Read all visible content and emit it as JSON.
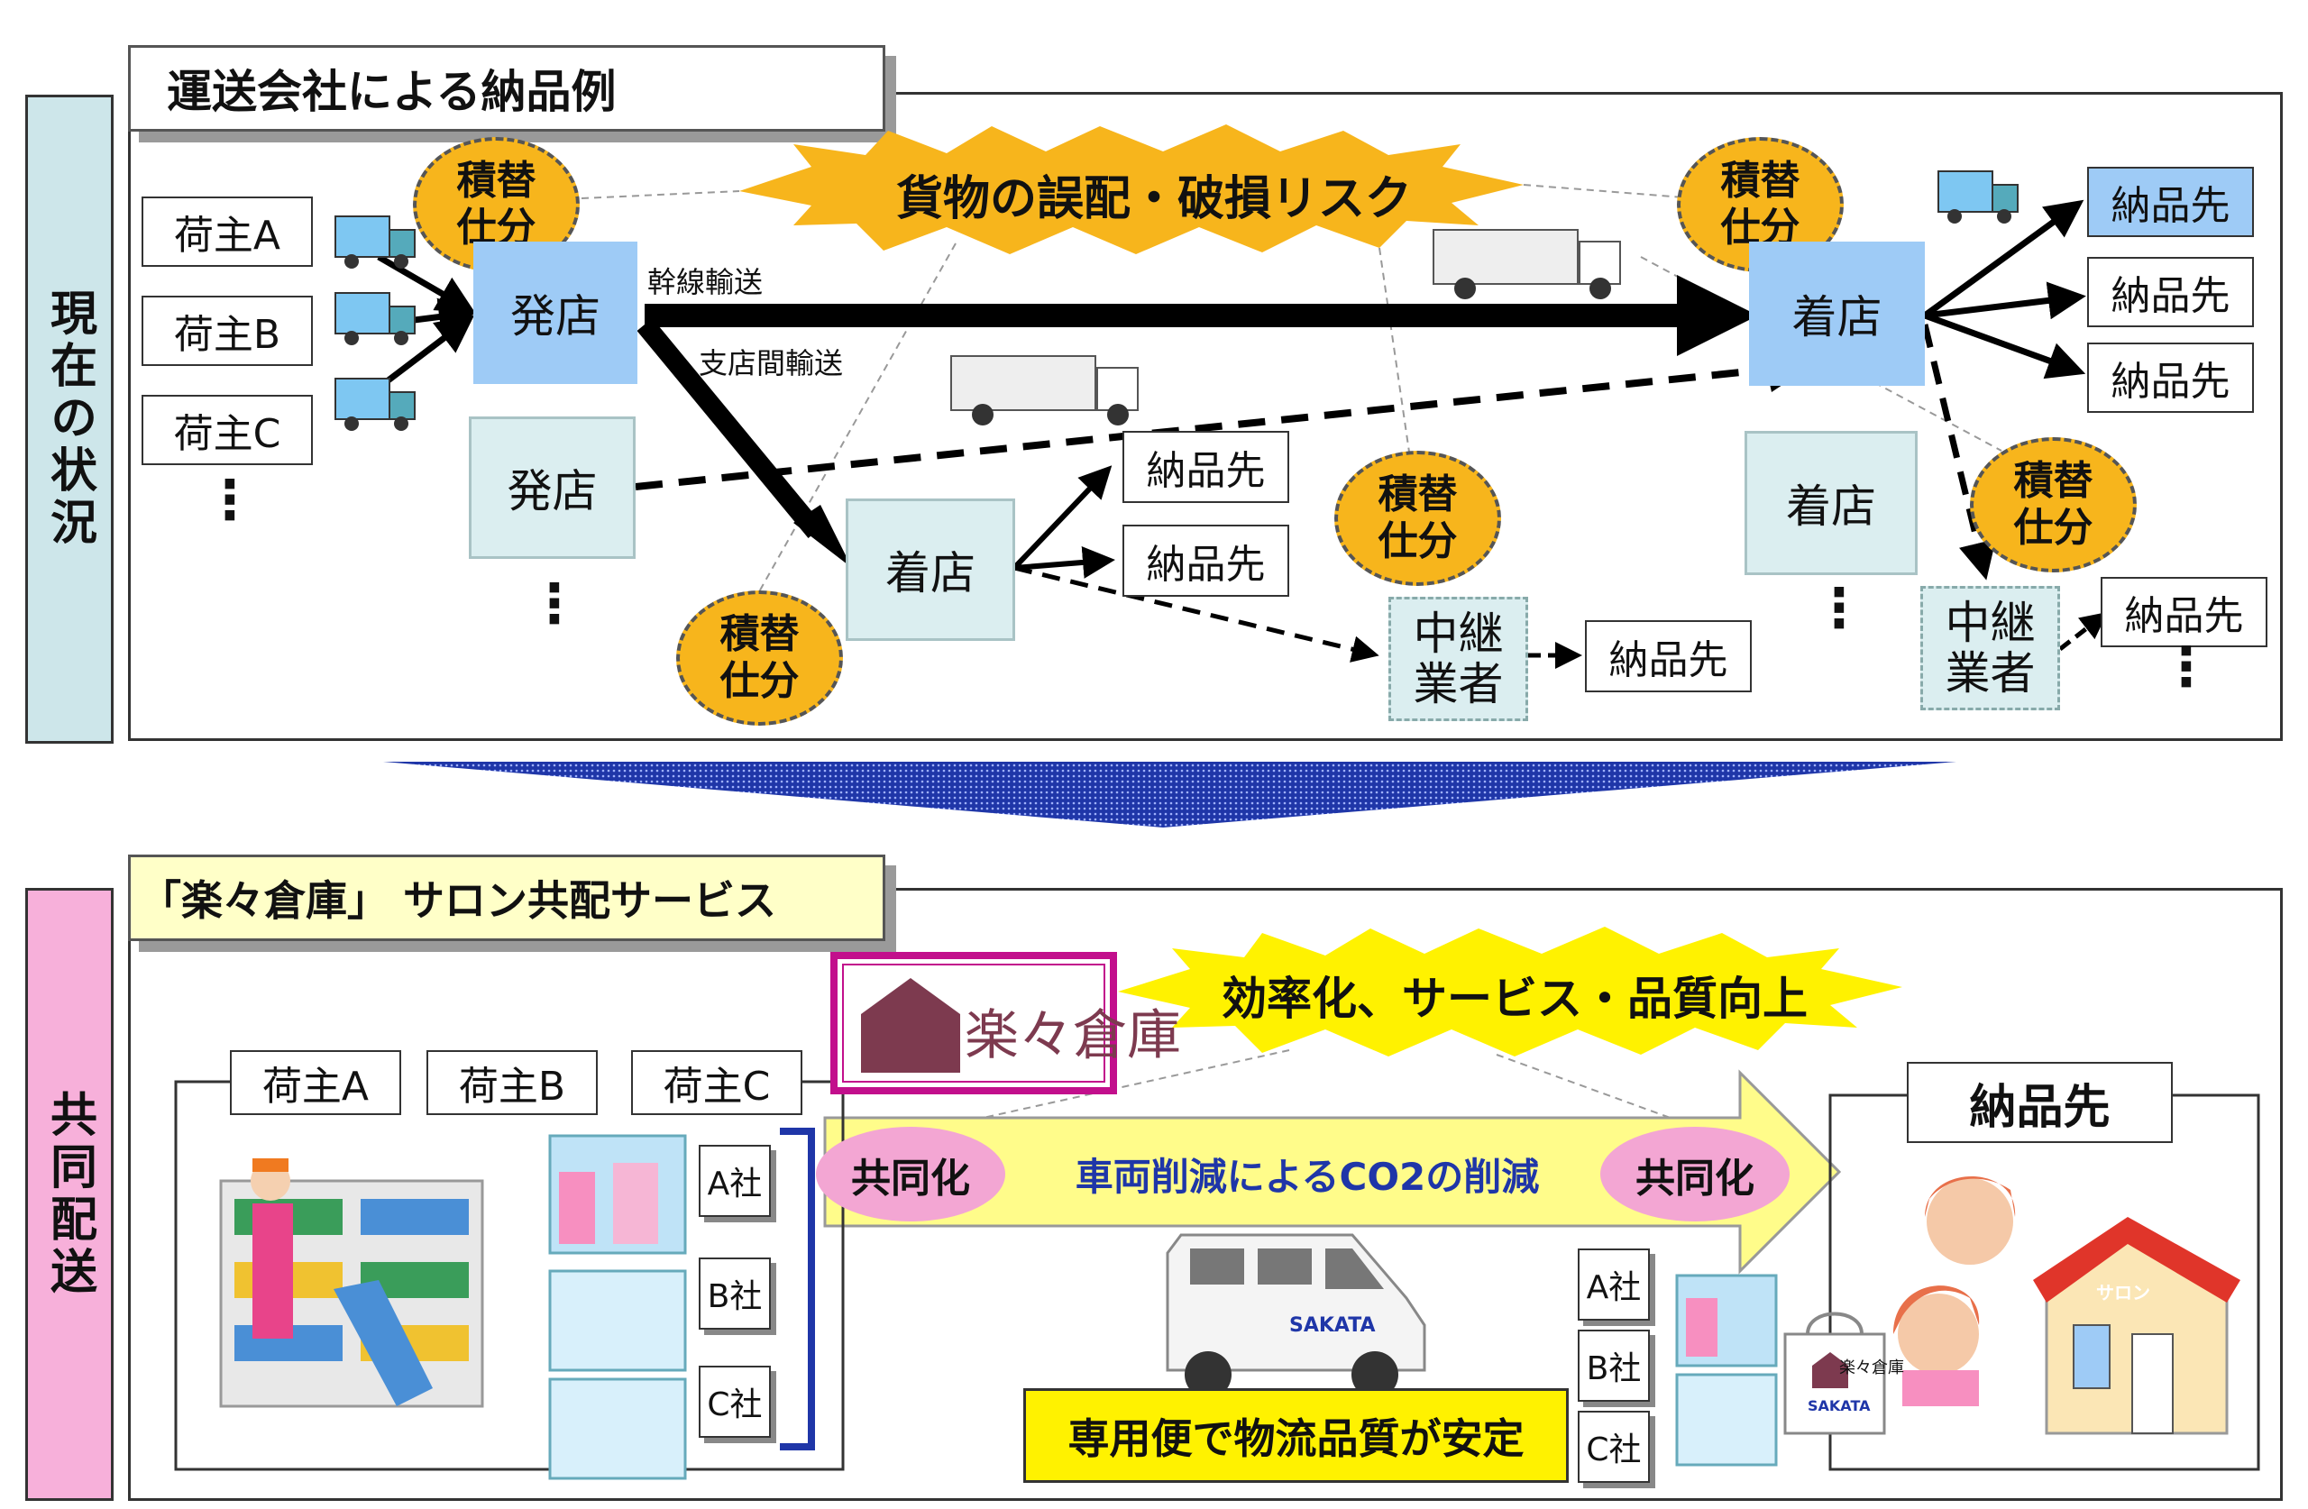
{
  "top": {
    "side_label": "現在の状況",
    "title": "運送会社による納品例",
    "risk": "貨物の誤配・破損リスク",
    "shippers": [
      "荷主A",
      "荷主B",
      "荷主C"
    ],
    "transship": "積替\n仕分",
    "origin": "発店",
    "dest": "着店",
    "trunk": "幹線輸送",
    "branch": "支店間輸送",
    "delivery": "納品先",
    "relay": "中継\n業者",
    "dots": "⋮"
  },
  "bottom": {
    "side_label": "共同配送",
    "title": "「楽々倉庫」 サロン共配サービス",
    "logo": "楽々倉庫",
    "burst": "効率化、サービス・品質向上",
    "shippers": [
      "荷主A",
      "荷主B",
      "荷主C"
    ],
    "companies": [
      "A社",
      "B社",
      "C社"
    ],
    "joint": "共同化",
    "co2": "車両削減によるCO2の削減",
    "quality": "専用便で物流品質が安定",
    "delivery": "納品先",
    "van_brand": "SAKATA",
    "salon": "サロン",
    "logo_small": "楽々倉庫"
  },
  "colors": {
    "store": "#9ecbf6",
    "circle": "#f7b51c",
    "burst_top": "#f7b51c",
    "burst_bottom": "#fff200",
    "pink": "#f3a6d3",
    "side_top": "#cde6ea",
    "side_bottom": "#f7b0da",
    "arrow_blue": "#1f36a8"
  }
}
